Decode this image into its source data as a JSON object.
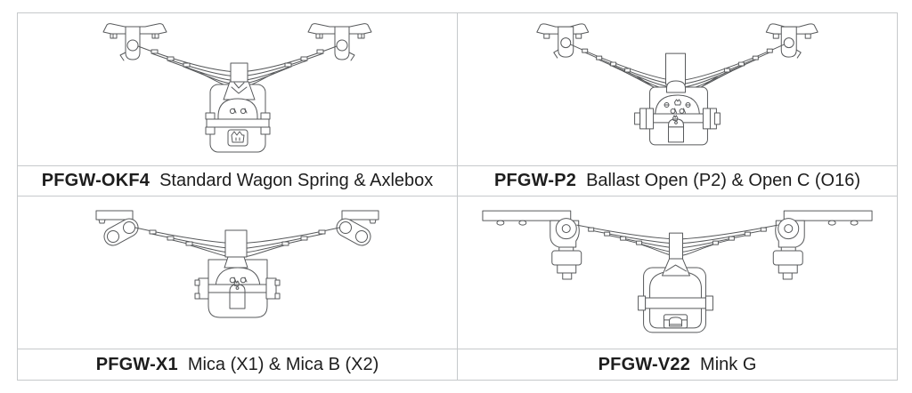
{
  "page": {
    "background": "#ffffff",
    "border_color": "#c6c9cb",
    "text_color": "#1d1d1d",
    "line_color": "#57595b"
  },
  "panels": [
    {
      "code": "PFGW-OKF4",
      "description": "Standard Wagon Spring & Axlebox",
      "figure": "leaf-spring-with-standard-axlebox-drawing"
    },
    {
      "code": "PFGW-P2",
      "description": "Ballast Open (P2) & Open C (O16)",
      "figure": "leaf-spring-with-axlebox-oil-plug-drawing"
    },
    {
      "code": "PFGW-X1",
      "description": "Mica (X1) & Mica B (X2)",
      "figure": "leaf-spring-with-shackle-links-axlebox-drawing"
    },
    {
      "code": "PFGW-V22",
      "description": "Mink G",
      "figure": "leaf-spring-with-eye-brackets-axlebox-drawing"
    }
  ]
}
